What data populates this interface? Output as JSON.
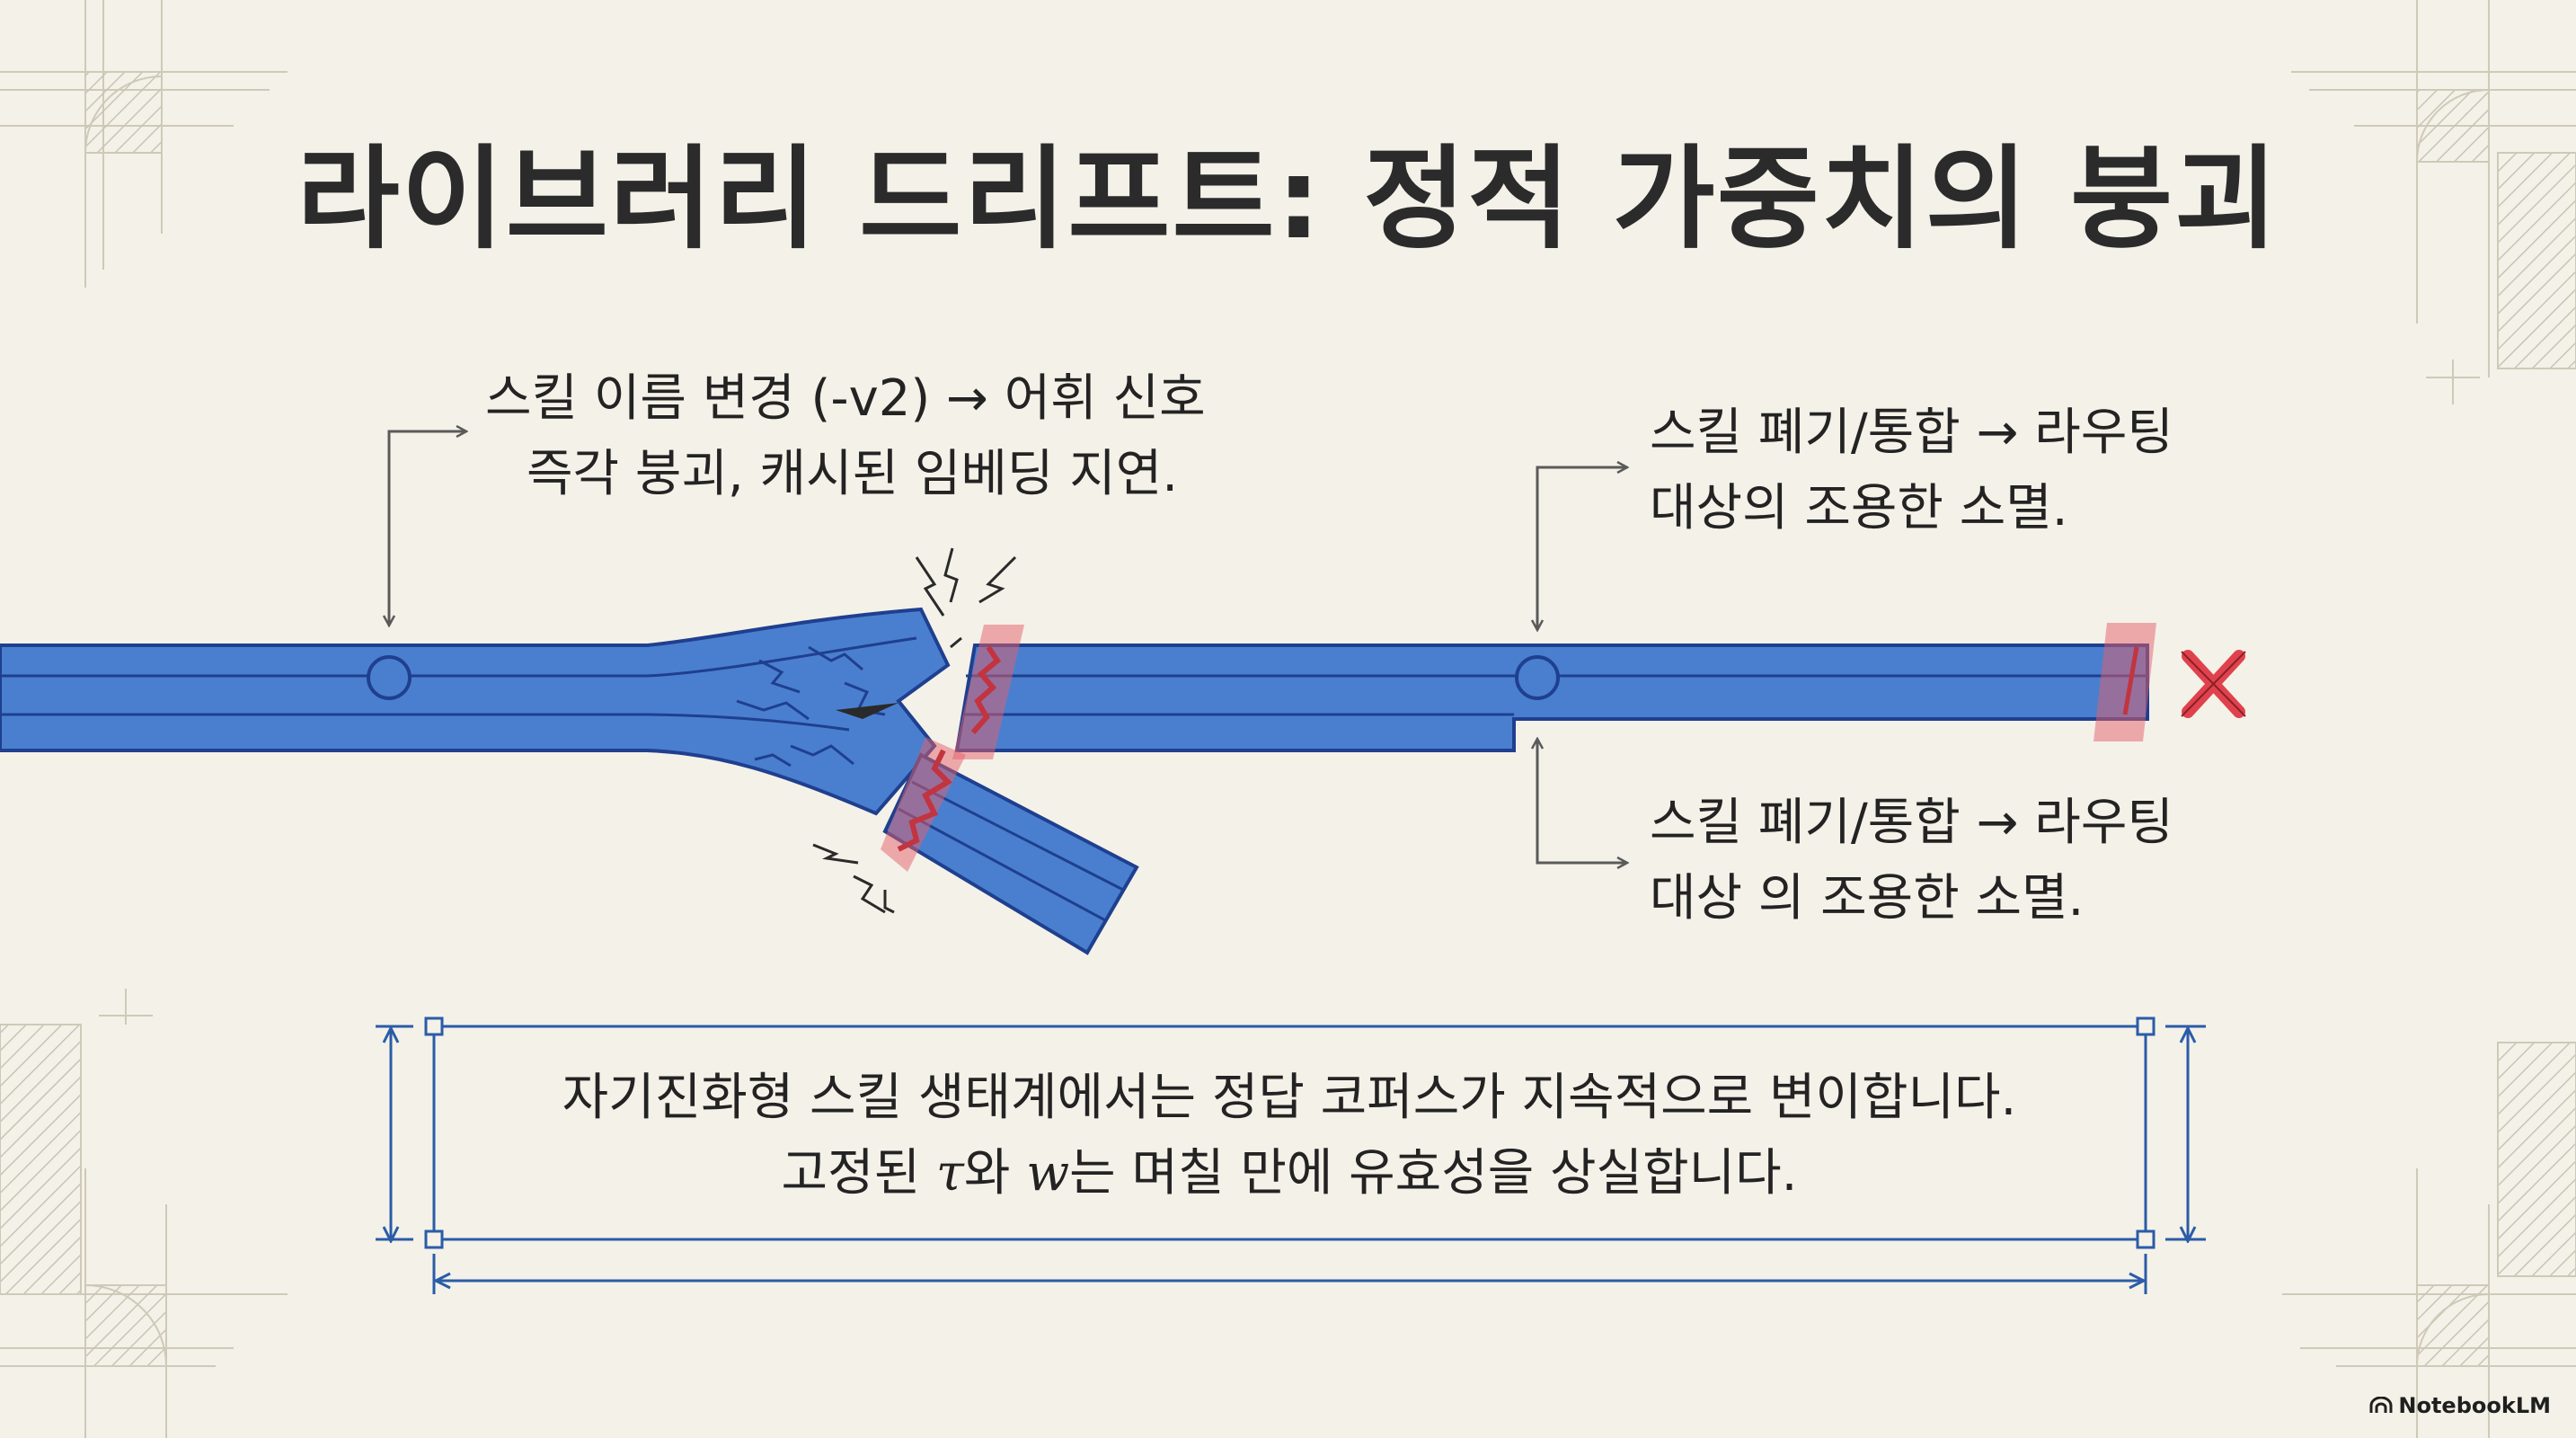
{
  "title": "라이브러리 드리프트: 정적 가중치의 붕괴",
  "annotations": {
    "rename": {
      "line1": "스킬 이름 변경 (-v2) → 어휘 신호",
      "line2": "즉각 붕괴, 캐시된 임베딩 지연."
    },
    "deprecate_top": {
      "line1": "스킬 폐기/통합 → 라우팅",
      "line2": "대상의 조용한 소멸."
    },
    "deprecate_bottom": {
      "line1": "스킬 폐기/통합 → 라우팅",
      "line2": "대상 의 조용한 소멸."
    }
  },
  "summary": {
    "line1": "자기진화형 스킬 생태계에서는 정답 코퍼스가 지속적으로 변이합니다.",
    "line2_pre": "고정된 ",
    "tau": "τ",
    "line2_mid": "와 ",
    "w": "w",
    "line2_post": "는 며칠 만에 유효성을 상실합니다."
  },
  "brand": "NotebookLM",
  "colors": {
    "background": "#f4f1e8",
    "track_fill": "#4a7fcf",
    "track_stroke": "#1f3f8f",
    "fracture_highlight": "#e4606a",
    "x_mark": "#e0424d",
    "dimension_line": "#2a5ca8"
  },
  "icons": [
    "x-mark-icon",
    "notebooklm-logo-icon"
  ]
}
